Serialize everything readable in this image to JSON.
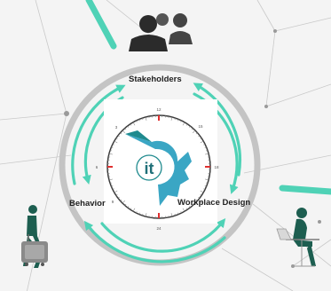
{
  "diagram": {
    "labels": {
      "stakeholders": "Stakeholders",
      "behavior": "Behavior",
      "workplace_design": "Workplace Design"
    },
    "clock_numbers": [
      "12",
      "3",
      "6",
      "9",
      "15",
      "18",
      "21",
      "24"
    ],
    "logo_text": "it",
    "icons": {
      "top": "people-group-icon",
      "left": "person-with-luggage-icon",
      "right": "person-at-laptop-icon"
    },
    "colors": {
      "accent_teal": "#4fd2b6",
      "dark_teal": "#1f8a8e",
      "logo_blue": "#3aa6c4",
      "ring_gray": "#c4c4c4",
      "tick_red": "#e03030",
      "silhouette": "#2b2b2b",
      "figure_green": "#1d5e50",
      "background": "#f4f4f4"
    }
  }
}
